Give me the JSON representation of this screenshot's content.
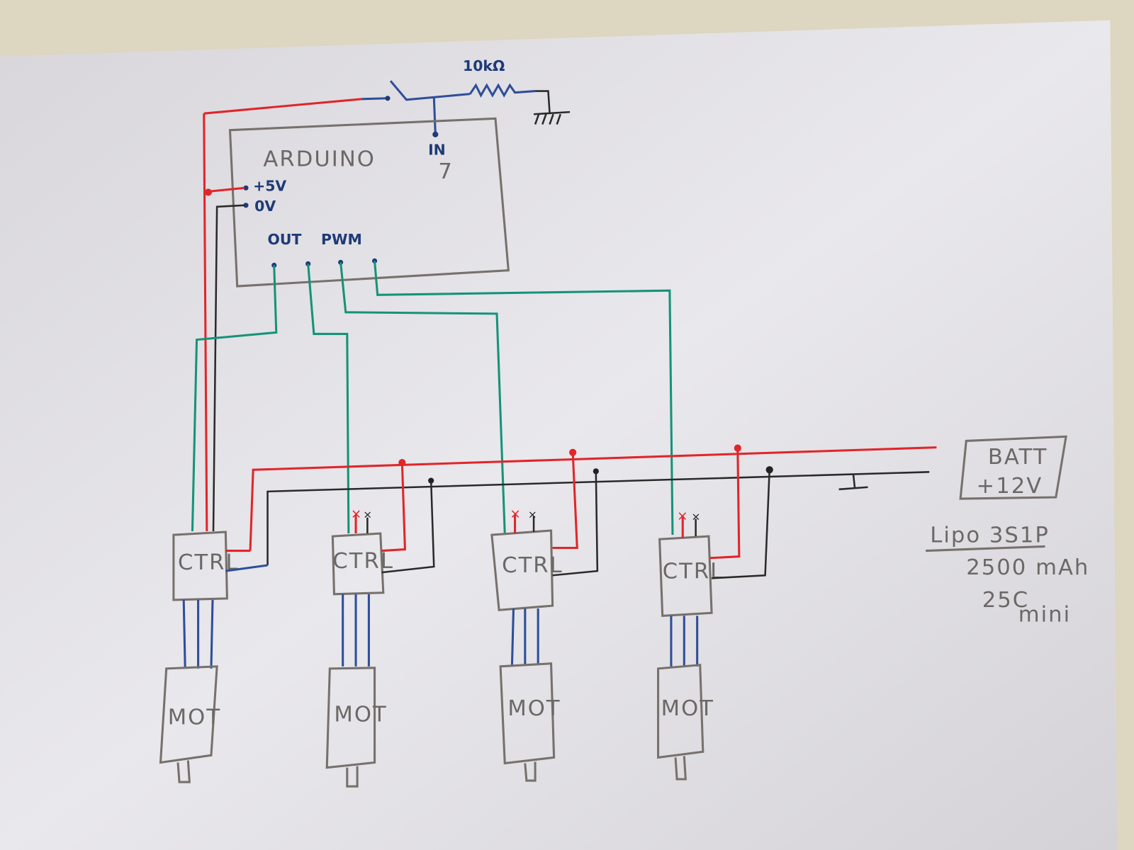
{
  "resistor": {
    "label": "10kΩ"
  },
  "arduino": {
    "label": "ARDUINO",
    "pins": {
      "in": "IN",
      "in_number": "7",
      "vcc": "+5V",
      "gnd": "0V",
      "out": "OUT",
      "pwm": "PWM"
    }
  },
  "controllers": [
    {
      "label": "CTRL"
    },
    {
      "label": "CTRL"
    },
    {
      "label": "CTRL"
    },
    {
      "label": "CTRL"
    }
  ],
  "motors": [
    {
      "label": "MOT"
    },
    {
      "label": "MOT"
    },
    {
      "label": "MOT"
    },
    {
      "label": "MOT"
    }
  ],
  "unconnected_marks": [
    "×",
    "×"
  ],
  "battery": {
    "label": "BATT",
    "voltage": "+12V",
    "type": "Lipo 3S1P",
    "capacity": "2500 mAh",
    "discharge": "25C",
    "discharge_note": "mini"
  },
  "colors": {
    "power": "#e0262a",
    "ground": "#2a2a2a",
    "signal": "#15937a",
    "switch_wiring": "#1e3a78",
    "pencil": "#6b6866",
    "paper": "#e9e8ea"
  }
}
